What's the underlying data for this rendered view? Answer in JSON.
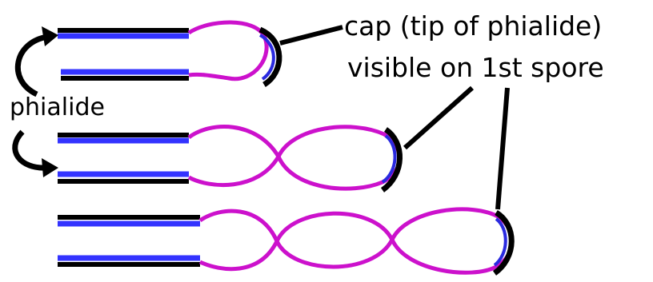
{
  "labels": {
    "cap_line1": "cap (tip of phialide)",
    "cap_line2": "visible on 1st spore",
    "phialide": "phialide"
  },
  "colors": {
    "wall_outer": "#000000",
    "wall_inner": "#3333ff",
    "spore": "#cc11cc",
    "cap_outer": "#000000",
    "cap_inner": "#2a2adf"
  },
  "stages": [
    {
      "spores_in_chain": 1
    },
    {
      "spores_in_chain": 2
    },
    {
      "spores_in_chain": 3
    }
  ]
}
